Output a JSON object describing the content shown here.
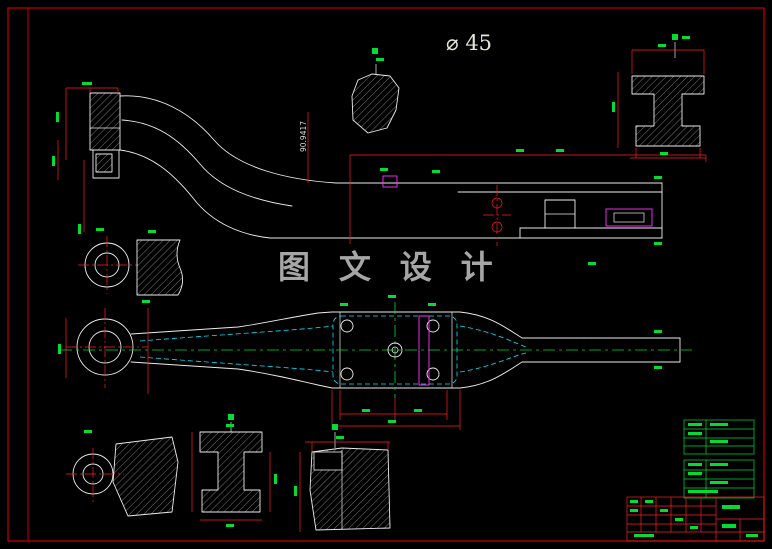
{
  "labels": {
    "top_dimension": "⌀ 45",
    "watermark": "图 文 设 计",
    "beam_height_dim": "90.9417"
  },
  "colors": {
    "background": "#000000",
    "frame_red": "#c80000",
    "dimension_red": "#ff1f1f",
    "annotation_green": "#00dc32",
    "geometry_white": "#ededed",
    "detail_magenta": "#ff33ff",
    "hidden_line_cyan": "#00e5ff",
    "watermark_gray": "#a6a6a6"
  }
}
